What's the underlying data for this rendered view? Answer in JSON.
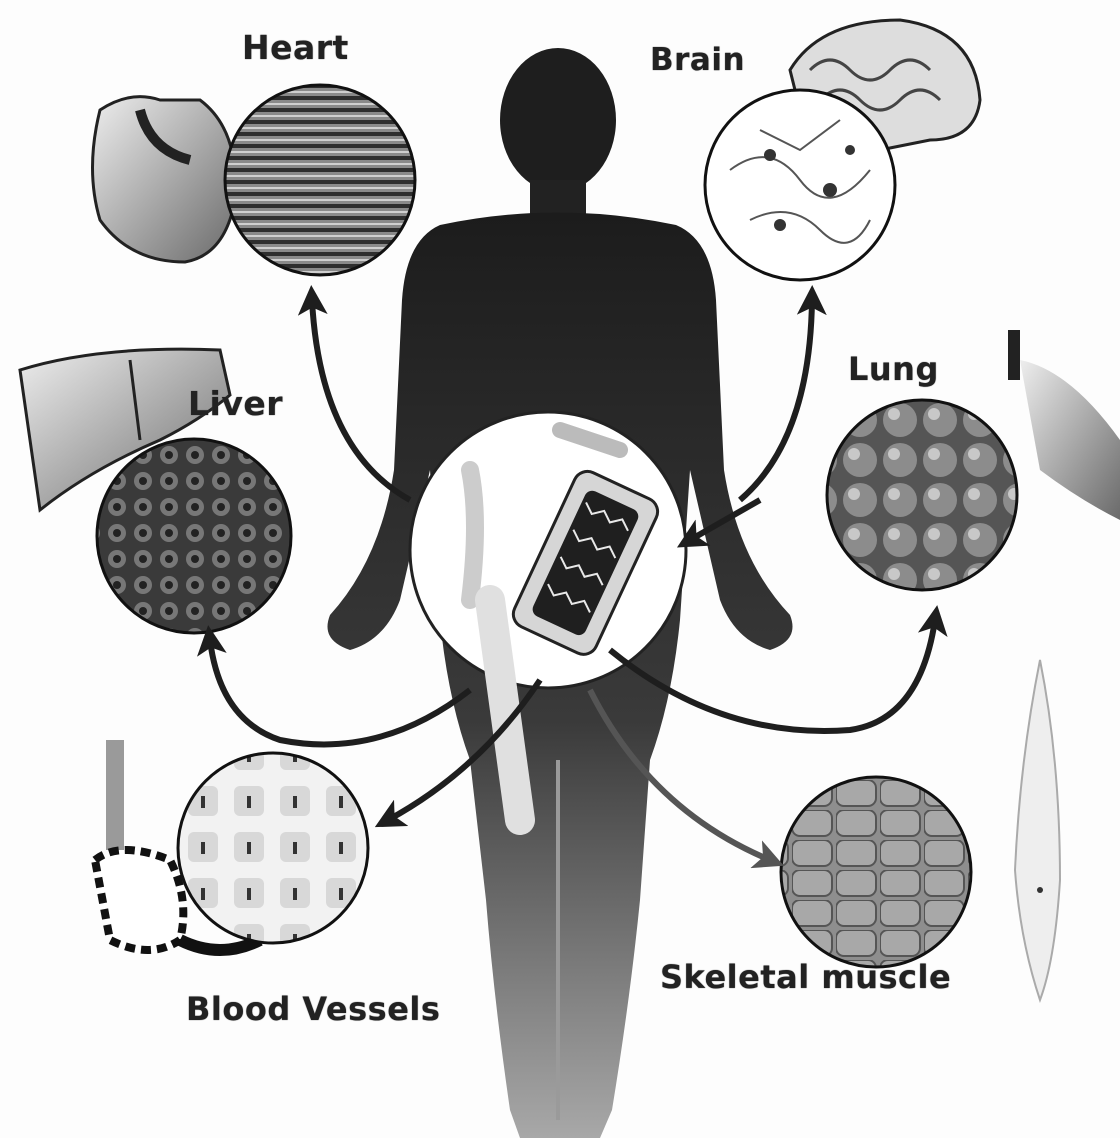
{
  "labels": {
    "heart": "Heart",
    "brain": "Brain",
    "lung": "Lung",
    "liver": "Liver",
    "blood_vessels": "Blood Vessels",
    "skeletal_muscle": "Skeletal muscle"
  },
  "colors": {
    "silhouette": "#2a2a2a",
    "arrow": "#1e1e1e",
    "tissue_dark": "#555555",
    "tissue_light": "#bbbbbb"
  }
}
